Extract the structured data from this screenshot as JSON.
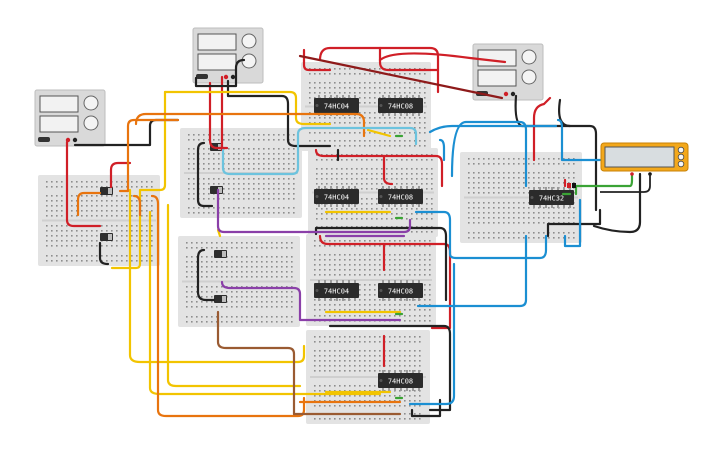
{
  "window": {
    "background": "#ffffff"
  },
  "colors": {
    "board": "#e3e3e3",
    "hole": "#8d8d8d",
    "chip": "#2b2b2b",
    "chip_text": "#ffffff",
    "supply": "#d9d9d9",
    "meter": "#f3a81b",
    "wire_red": "#d01f27",
    "wire_black": "#222222",
    "wire_yellow": "#f2c400",
    "wire_orange": "#e8740e",
    "wire_blue": "#1b8fd2",
    "wire_lightblue": "#6cc3de",
    "wire_green": "#3aa335",
    "wire_purple": "#8a3fa8",
    "wire_brown": "#9a5b32",
    "wire_dark_red": "#8e1a1a"
  },
  "chips": [
    {
      "id": "u1",
      "label": "74HC04"
    },
    {
      "id": "u2",
      "label": "74HC08"
    },
    {
      "id": "u3",
      "label": "74HC04"
    },
    {
      "id": "u4",
      "label": "74HC08"
    },
    {
      "id": "u5",
      "label": "74HC04"
    },
    {
      "id": "u6",
      "label": "74HC08"
    },
    {
      "id": "u7",
      "label": "74HC08"
    },
    {
      "id": "u8",
      "label": "74HC32"
    }
  ],
  "icons": {
    "power_supply": "power-supply-icon",
    "multimeter": "multimeter-icon",
    "slide_switch": "slide-switch-icon",
    "led": "led-icon"
  }
}
